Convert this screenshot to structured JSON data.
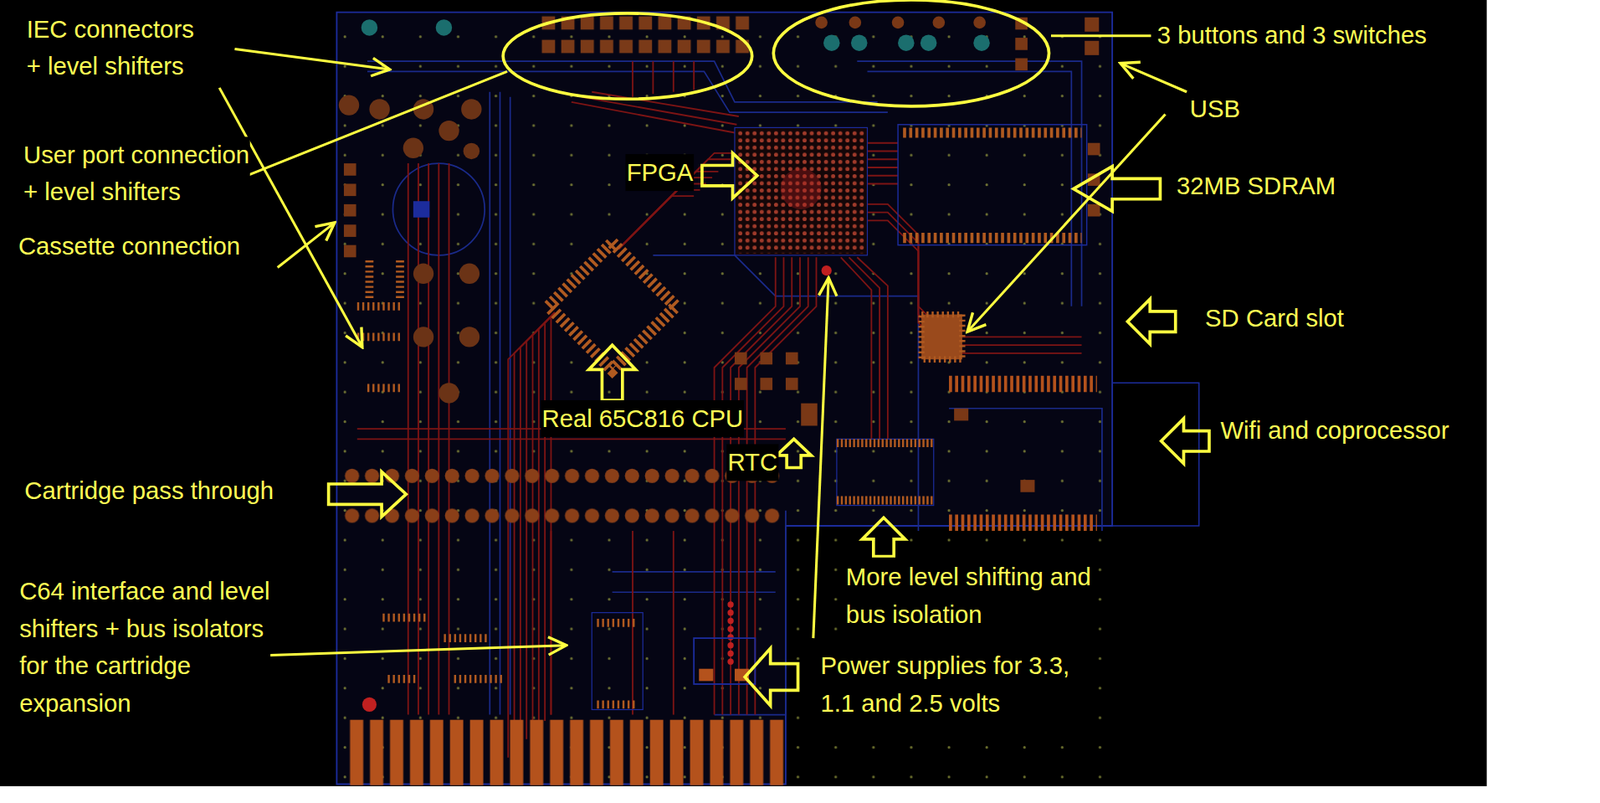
{
  "diagram": {
    "labels": [
      "IEC connectors + level shifters",
      "User port connection + level shifters",
      "Cassette connection",
      "FPGA",
      "Real 65C816 CPU",
      "RTC",
      "Cartridge pass through",
      "C64 interface and level shifters + bus isolators for the cartridge expansion",
      "3 buttons and 3 switches",
      "USB",
      "32MB SDRAM",
      "SD Card slot",
      "Wifi and coprocessor",
      "More level shifting and bus isolation",
      "Power supplies for 3.3, 1.1 and 2.5 volts"
    ]
  }
}
